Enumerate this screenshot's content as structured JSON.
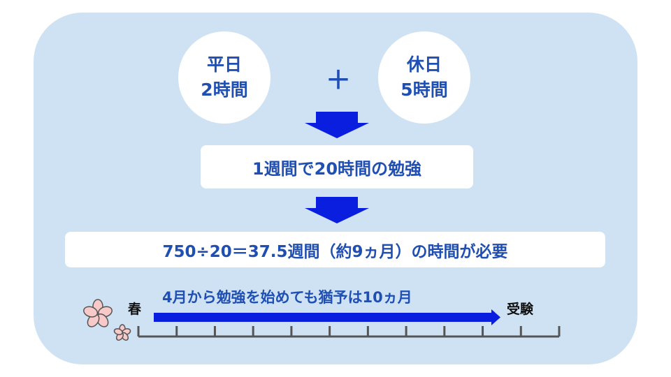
{
  "weekday": {
    "line1": "平日",
    "line2": "2時間"
  },
  "plus": "＋",
  "holiday": {
    "line1": "休日",
    "line2": "5時間"
  },
  "weekly": "1週間で20時間の勉強",
  "calculation": "750÷20＝37.5週間（約9ヵ月）の時間が必要",
  "timeline": {
    "caption": "4月から勉強を始めても猶予は10ヵ月",
    "start": "春",
    "end": "受験",
    "ticks": 12
  },
  "colors": {
    "text": "#1f4fb3",
    "arrow": "#0a1ee0",
    "panel": "#cfe2f3"
  }
}
